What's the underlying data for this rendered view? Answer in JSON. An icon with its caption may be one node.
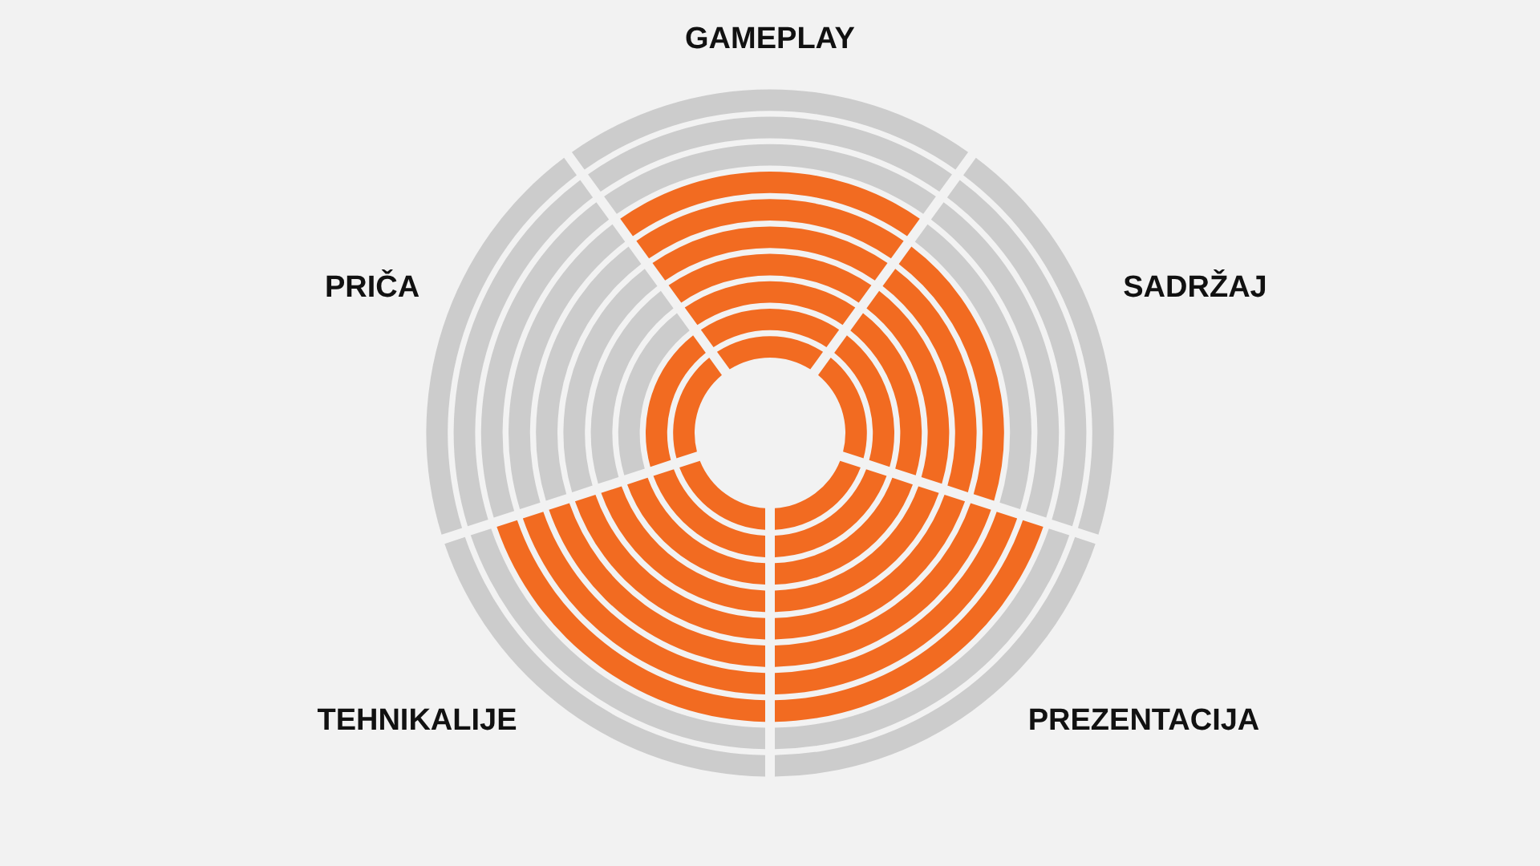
{
  "diagram": {
    "labels": [
      "GAMEPLAY",
      "SADRŽAJ",
      "PREZENTACIJA",
      "TEHNIKALIJE",
      "PRIČA"
    ]
  }
}
